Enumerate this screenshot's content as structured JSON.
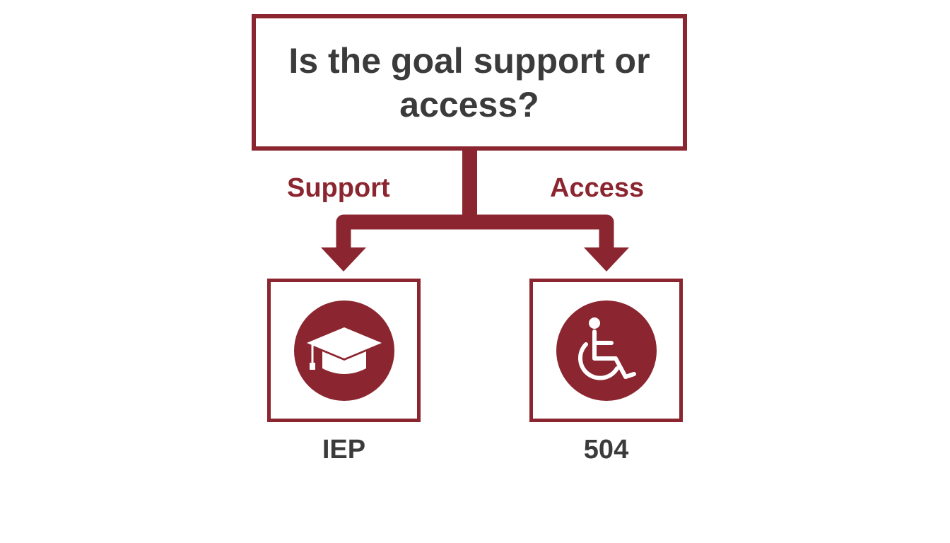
{
  "question": {
    "text": "Is the goal support or access?"
  },
  "branches": {
    "left": {
      "label": "Support"
    },
    "right": {
      "label": "Access"
    }
  },
  "outcomes": {
    "left": {
      "label": "IEP",
      "icon": "graduation-cap-icon"
    },
    "right": {
      "label": "504",
      "icon": "wheelchair-icon"
    }
  },
  "colors": {
    "accent": "#8b2630",
    "text": "#3b3b3b",
    "background": "#ffffff"
  }
}
